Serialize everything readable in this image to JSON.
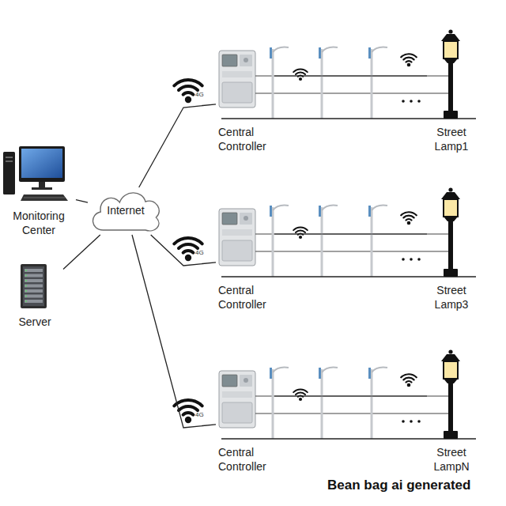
{
  "diagram": {
    "nodes": [
      {
        "text": [
          "Monitoring Center"
        ]
      },
      {
        "text": [
          "Server"
        ]
      },
      {
        "text": [
          "Internet"
        ]
      },
      {
        "text": [
          "Central Controller"
        ]
      },
      {
        "text": [
          "Street Lamp1"
        ]
      },
      {
        "text": [
          "Central Controller"
        ]
      },
      {
        "text": [
          "Street Lamp3"
        ]
      },
      {
        "text": [
          "Central Controller"
        ]
      },
      {
        "text": [
          "Street LampN"
        ]
      }
    ],
    "edges": [
      {
        "from": 0,
        "to": 2,
        "arrow": "none"
      },
      {
        "from": 1,
        "to": 2,
        "arrow": "none"
      },
      {
        "from": 2,
        "to": 3,
        "arrow": "none"
      },
      {
        "from": 2,
        "to": 5,
        "arrow": "none"
      },
      {
        "from": 2,
        "to": 7,
        "arrow": "none"
      },
      {
        "from": 3,
        "to": 4,
        "arrow": "none"
      },
      {
        "from": 5,
        "to": 6,
        "arrow": "none"
      },
      {
        "from": 7,
        "to": 8,
        "arrow": "none"
      }
    ],
    "labels": [
      "4G",
      "4G",
      "4G",
      "Bean bag ai generated"
    ]
  }
}
